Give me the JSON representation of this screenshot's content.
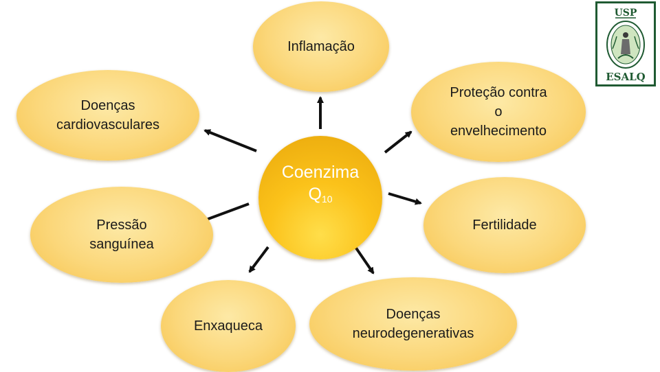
{
  "center": {
    "main": "Coenzima",
    "letter": "Q",
    "subscript": "10"
  },
  "nodes": {
    "inflamacao": "Inflamação",
    "cardio": "Doenças\ncardiovasculares",
    "protecao": "Proteção contra\no\nenvelhecimento",
    "pressao": "Pressão\nsanguínea",
    "fertilidade": "Fertilidade",
    "enxaqueca": "Enxaqueca",
    "neuro": "Doenças\nneurodegenerativas"
  },
  "logo": {
    "top_text": "USP",
    "bottom_text": "ESALQ"
  },
  "colors": {
    "node_fill": "#fbd77a",
    "center_fill": "#fbc21a",
    "logo_green": "#1f5a32",
    "arrow": "#111111"
  }
}
